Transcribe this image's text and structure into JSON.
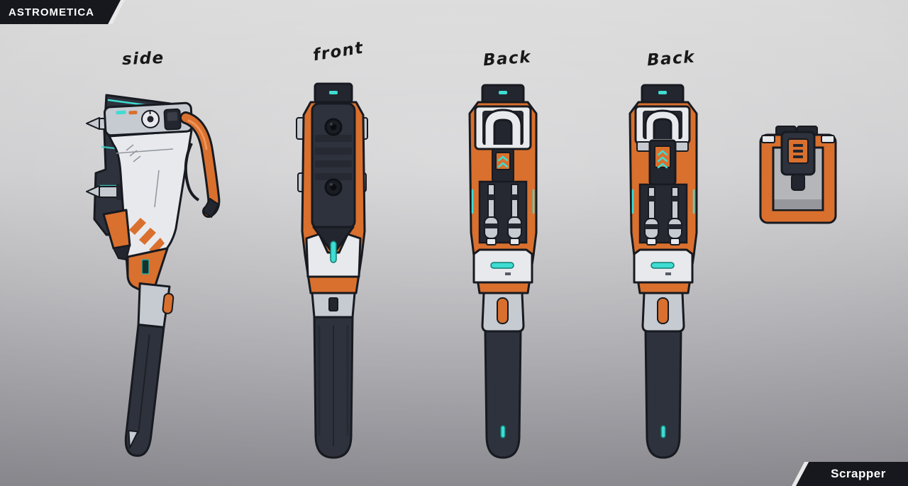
{
  "badges": {
    "top_left": "ASTROMETICA",
    "bottom_right": "Scrapper"
  },
  "views": [
    {
      "id": "side",
      "label": "side"
    },
    {
      "id": "front",
      "label": "front"
    },
    {
      "id": "back-1",
      "label": "Back"
    },
    {
      "id": "back-2",
      "label": "Back"
    },
    {
      "id": "detail",
      "label": ""
    }
  ],
  "palette": {
    "background_top": "#dbdbdb",
    "background_bottom": "#94949a",
    "orange": "#d9702e",
    "orange_dark": "#b5531f",
    "dark_metal": "#2e323d",
    "dark_detail": "#23262e",
    "panel_light": "#e8e9ec",
    "panel_gray": "#c6cad1",
    "teal_accent": "#3fdcd2",
    "outline": "#171a20",
    "badge_background": "#16181d",
    "badge_text": "#ffffff",
    "label_ink": "#181818"
  }
}
